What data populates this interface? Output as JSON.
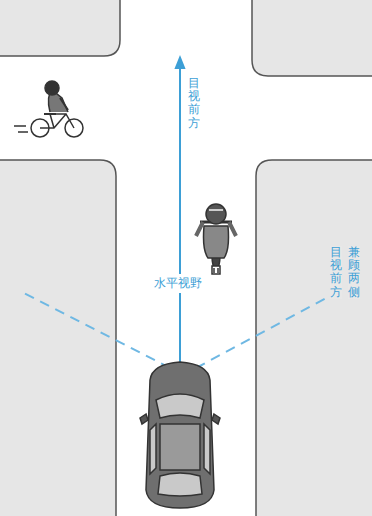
{
  "diagram": {
    "labels": [
      "目视前方",
      "水平视野",
      "目视前方",
      "兼顾两侧"
    ]
  }
}
